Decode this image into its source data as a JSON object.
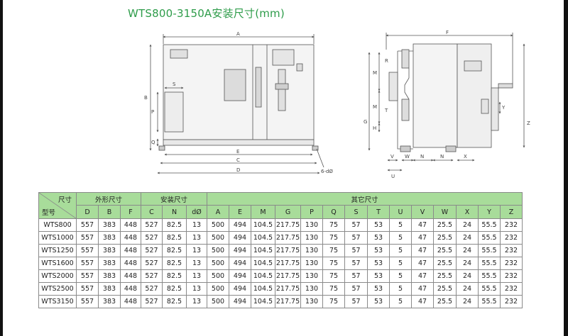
{
  "title": "WTS800-3150A安装尺寸(mm)",
  "accent_color": "#2e9c4a",
  "header_color": "#a8dc9a",
  "drawing": {
    "front_labels": {
      "A": "A",
      "E": "E",
      "C": "C",
      "D": "D",
      "B": "B",
      "P": "P",
      "S": "S",
      "Q": "Q",
      "hole": "6-dØ"
    },
    "side_labels": {
      "F": "F",
      "M1": "M",
      "M2": "M",
      "H": "H",
      "G": "G",
      "R": "R",
      "T": "T",
      "Y": "Y",
      "Z": "Z",
      "V": "V",
      "U": "U",
      "W": "W",
      "N1": "N",
      "N2": "N",
      "X": "X"
    }
  },
  "table": {
    "corner_top": "尺寸",
    "corner_bottom": "型号",
    "groups": [
      {
        "label": "外形尺寸",
        "span": 3
      },
      {
        "label": "安装尺寸",
        "span": 3
      },
      {
        "label": "其它尺寸",
        "span": 15
      }
    ],
    "columns": [
      "D",
      "B",
      "F",
      "C",
      "N",
      "dØ",
      "A",
      "E",
      "M",
      "G",
      "P",
      "Q",
      "S",
      "T",
      "U",
      "V",
      "W",
      "X",
      "Y",
      "Z"
    ],
    "rows": [
      {
        "model": "WTS800",
        "values": [
          "557",
          "383",
          "448",
          "527",
          "82.5",
          "13",
          "500",
          "494",
          "104.5",
          "217.75",
          "130",
          "75",
          "57",
          "53",
          "5",
          "47",
          "25.5",
          "24",
          "55.5",
          "232"
        ]
      },
      {
        "model": "WTS1000",
        "values": [
          "557",
          "383",
          "448",
          "527",
          "82.5",
          "13",
          "500",
          "494",
          "104.5",
          "217.75",
          "130",
          "75",
          "57",
          "53",
          "5",
          "47",
          "25.5",
          "24",
          "55.5",
          "232"
        ]
      },
      {
        "model": "WTS1250",
        "values": [
          "557",
          "383",
          "448",
          "527",
          "82.5",
          "13",
          "500",
          "494",
          "104.5",
          "217.75",
          "130",
          "75",
          "57",
          "53",
          "5",
          "47",
          "25.5",
          "24",
          "55.5",
          "232"
        ]
      },
      {
        "model": "WTS1600",
        "values": [
          "557",
          "383",
          "448",
          "527",
          "82.5",
          "13",
          "500",
          "494",
          "104.5",
          "217.75",
          "130",
          "75",
          "57",
          "53",
          "5",
          "47",
          "25.5",
          "24",
          "55.5",
          "232"
        ]
      },
      {
        "model": "WTS2000",
        "values": [
          "557",
          "383",
          "448",
          "527",
          "82.5",
          "13",
          "500",
          "494",
          "104.5",
          "217.75",
          "130",
          "75",
          "57",
          "53",
          "5",
          "47",
          "25.5",
          "24",
          "55.5",
          "232"
        ]
      },
      {
        "model": "WTS2500",
        "values": [
          "557",
          "383",
          "448",
          "527",
          "82.5",
          "13",
          "500",
          "494",
          "104.5",
          "217.75",
          "130",
          "75",
          "57",
          "53",
          "5",
          "47",
          "25.5",
          "24",
          "55.5",
          "232"
        ]
      },
      {
        "model": "WTS3150",
        "values": [
          "557",
          "383",
          "448",
          "527",
          "82.5",
          "13",
          "500",
          "494",
          "104.5",
          "217.75",
          "130",
          "75",
          "57",
          "53",
          "5",
          "47",
          "25.5",
          "24",
          "55.5",
          "232"
        ]
      }
    ]
  }
}
